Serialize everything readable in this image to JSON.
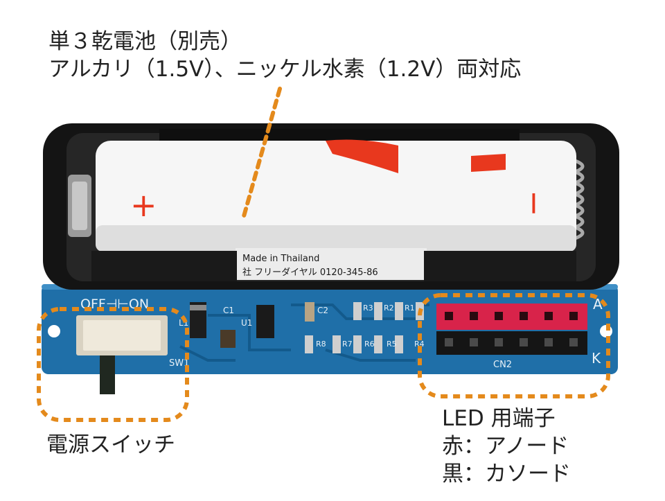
{
  "annotations": {
    "battery": {
      "line1": "単３乾電池（別売）",
      "line2": "アルカリ（1.5V）、ニッケル水素（1.2V）両対応"
    },
    "switch": {
      "label": "電源スイッチ"
    },
    "led": {
      "line1": "LED 用端子",
      "line2": "赤：アノード",
      "line3": "黒：カソード"
    }
  },
  "board": {
    "switch_marking": "OFF⊣⊢ON",
    "sw_ref": "SW1",
    "connector_ref": "CN2",
    "anode_mark": "A",
    "cathode_mark": "K",
    "components": [
      "C1",
      "U1",
      "C2",
      "L1",
      "R1",
      "R2",
      "R3",
      "R4",
      "R5",
      "R6",
      "R7",
      "R8"
    ]
  },
  "battery_cell": {
    "plus": "+",
    "minus": "−",
    "label_line1": "Made in Thailand",
    "label_line2": "社 フリーダイヤル 0120-345-86"
  },
  "colors": {
    "annotation_dash": "#e48a1c",
    "pcb": "#1f6fa8",
    "holder": "#141414",
    "connector_red": "#d8234a",
    "battery_red": "#e8381e"
  }
}
